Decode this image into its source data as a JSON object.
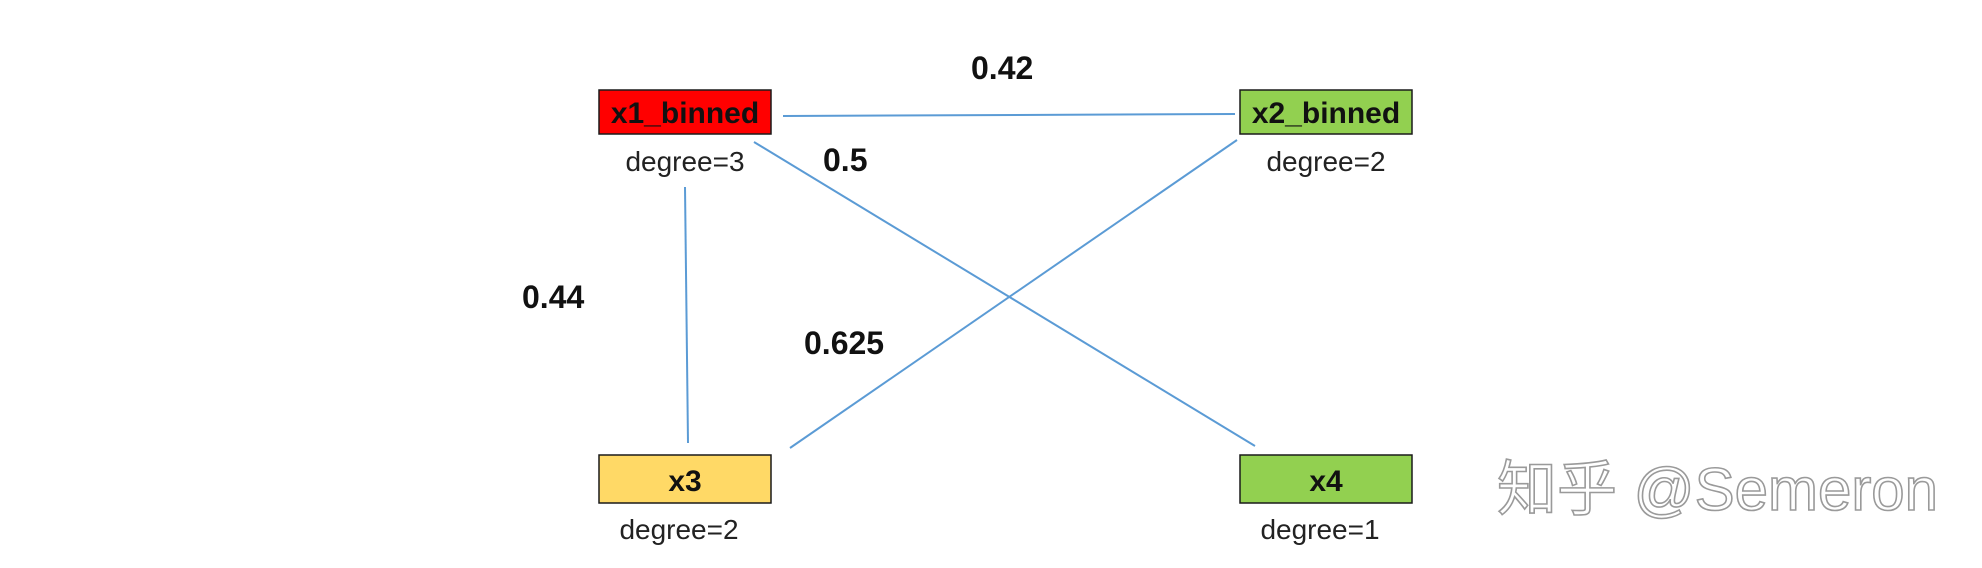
{
  "nodes": [
    {
      "id": "x1_binned",
      "label": "x1_binned",
      "degree_text": "degree=3",
      "color": "#ff0000"
    },
    {
      "id": "x2_binned",
      "label": "x2_binned",
      "degree_text": "degree=2",
      "color": "#92d050"
    },
    {
      "id": "x3",
      "label": "x3",
      "degree_text": "degree=2",
      "color": "#ffd966"
    },
    {
      "id": "x4",
      "label": "x4",
      "degree_text": "degree=1",
      "color": "#92d050"
    }
  ],
  "edges": [
    {
      "from": "x1_binned",
      "to": "x2_binned",
      "weight": "0.42"
    },
    {
      "from": "x1_binned",
      "to": "x4",
      "weight": "0.5"
    },
    {
      "from": "x1_binned",
      "to": "x3",
      "weight": "0.44"
    },
    {
      "from": "x2_binned",
      "to": "x3",
      "weight": "0.625"
    }
  ],
  "edge_color": "#5b9bd5",
  "watermark": "知乎 @Semeron"
}
